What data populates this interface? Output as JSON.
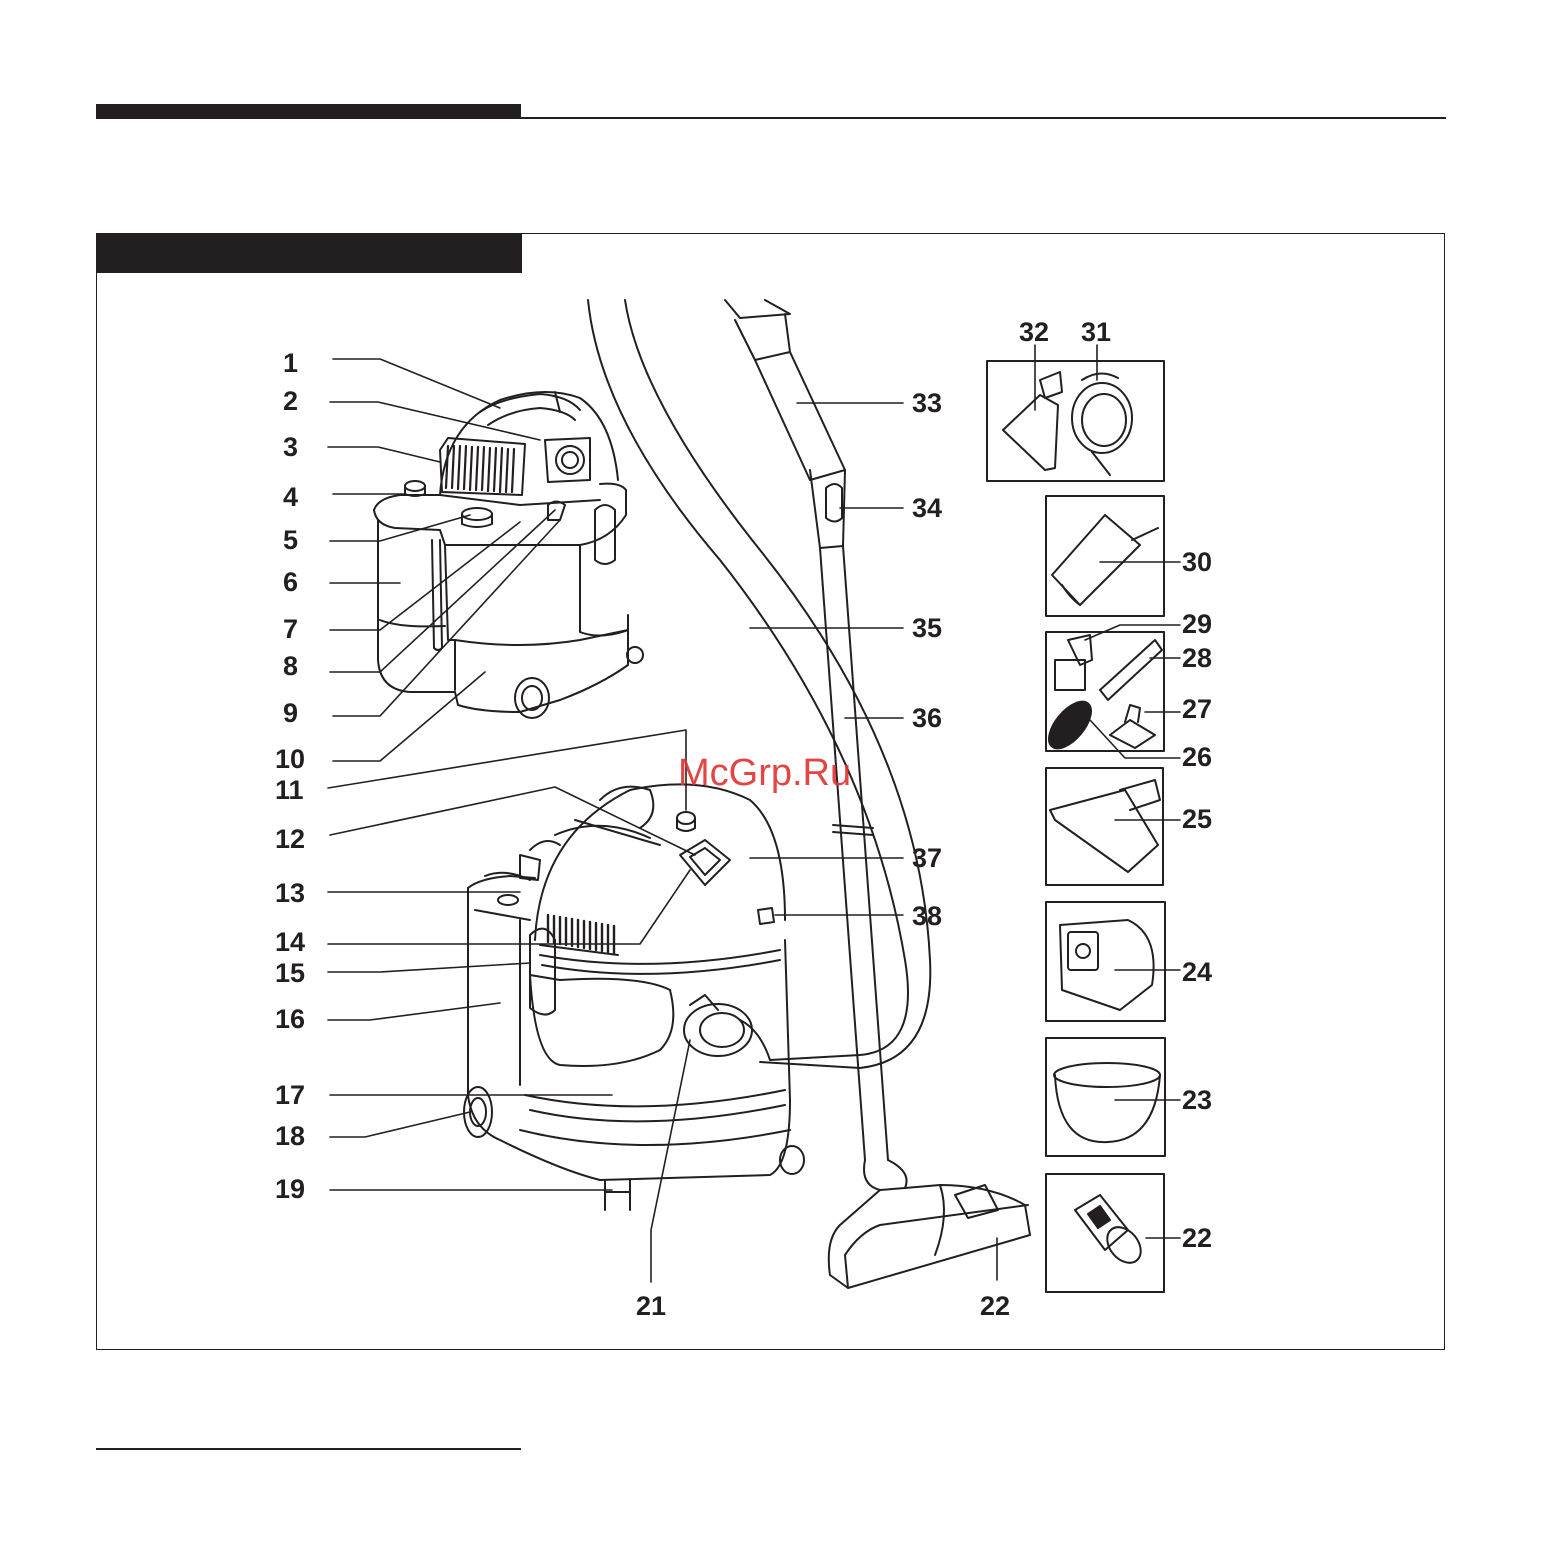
{
  "watermark": "McGrp.Ru",
  "corner_caption": "",
  "callouts": {
    "n1": "1",
    "n2": "2",
    "n3": "3",
    "n4": "4",
    "n5": "5",
    "n6": "6",
    "n7": "7",
    "n8": "8",
    "n9": "9",
    "n10": "10",
    "n11": "11",
    "n12": "12",
    "n13": "13",
    "n14": "14",
    "n15": "15",
    "n16": "16",
    "n17": "17",
    "n18": "18",
    "n19": "19",
    "n21": "21",
    "n22a": "22",
    "n22b": "22",
    "n23": "23",
    "n24": "24",
    "n25": "25",
    "n26": "26",
    "n27": "27",
    "n28": "28",
    "n29": "29",
    "n30": "30",
    "n31": "31",
    "n32": "32",
    "n33": "33",
    "n34": "34",
    "n35": "35",
    "n36": "36",
    "n37": "37",
    "n38": "38"
  }
}
